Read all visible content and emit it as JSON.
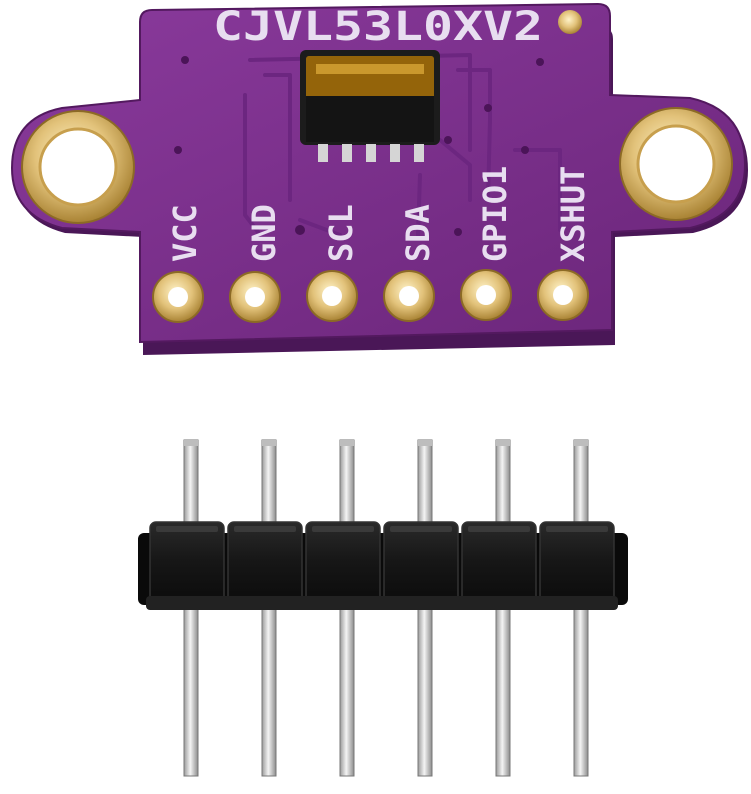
{
  "board": {
    "model_label": "CJVL53L0XV2",
    "pins": [
      "VCC",
      "GND",
      "SCL",
      "SDA",
      "GPIO1",
      "XSHUT"
    ]
  },
  "header": {
    "pin_count": 6
  },
  "colors": {
    "pcb": "#7b2e8c",
    "pcb_dark": "#5a1d6a",
    "pad_gold": "#d8b66a",
    "header_plastic": "#1a1a1a",
    "pin_metal": "#d9d9d9"
  }
}
